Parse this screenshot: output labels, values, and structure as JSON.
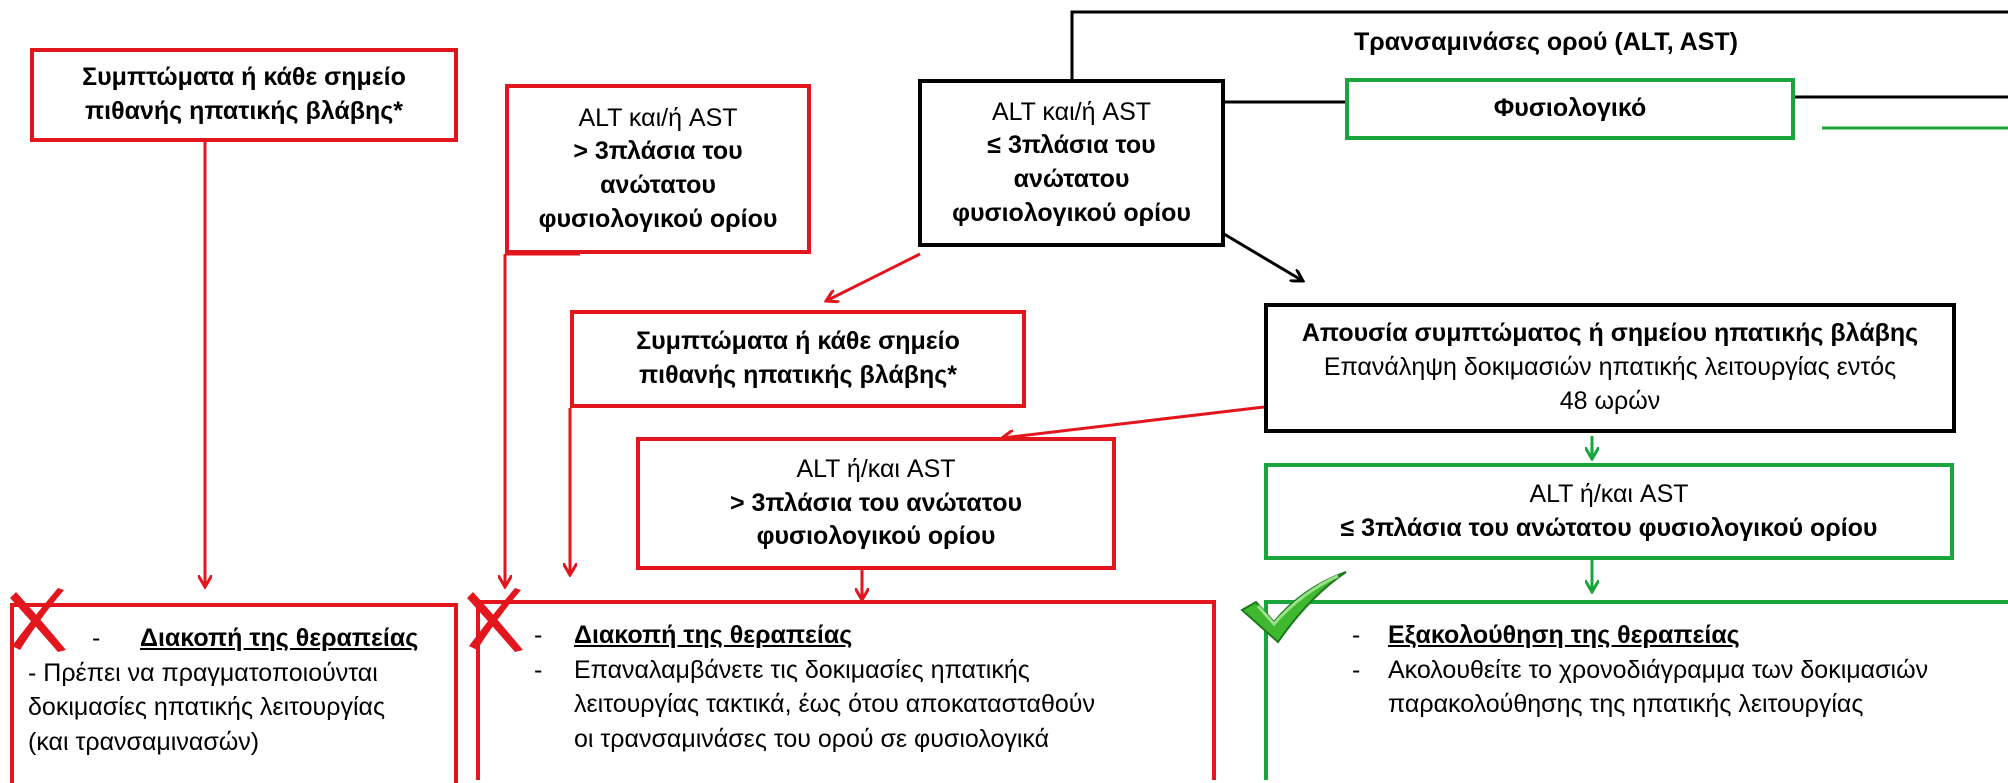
{
  "header": {
    "transaminases_label": "Τρανσαμινάσες ορού (ALT, AST)"
  },
  "boxes": {
    "symptoms_left": {
      "line1": "Συμπτώματα ή κάθε σημείο",
      "line2": "πιθανής ηπατικής βλάβης*"
    },
    "alt_gt3_top": {
      "line1": "ALT και/ή  AST",
      "line2": "> 3πλάσια του",
      "line3": "ανώτατου",
      "line4": "φυσιολογικού ορίου"
    },
    "alt_le3_top": {
      "line1": "ALT και/ή  AST",
      "line2": "≤ 3πλάσια του",
      "line3": "ανώτατου",
      "line4": "φυσιολογικού ορίου"
    },
    "normal": {
      "label": "Φυσιολογικό"
    },
    "symptoms_mid": {
      "line1": "Συμπτώματα ή κάθε σημείο",
      "line2": "πιθανής ηπατικής βλάβης*"
    },
    "absence": {
      "line1": "Απουσία συμπτώματος ή σημείου ηπατικής βλάβης",
      "line2": "Επανάληψη δοκιμασιών ηπατικής λειτουργίας εντός",
      "line3": "48 ωρών"
    },
    "alt_gt3_mid": {
      "line1": "ALT ή/και AST",
      "line2": "> 3πλάσια του ανώτατου",
      "line3": "φυσιολογικού ορίου"
    },
    "alt_le3_right": {
      "line1": "ALT ή/και AST",
      "line2": "≤ 3πλάσια του ανώτατου φυσιολογικού ορίου"
    }
  },
  "outcomes": {
    "stop_left": {
      "dash": "-",
      "title": "Διακοπή της θεραπείας",
      "lines": [
        "- Πρέπει να πραγματοποιούνται",
        "δοκιμασίες ηπατικής λειτουργίας",
        "(και τρανσαμινασών)"
      ]
    },
    "stop_mid": {
      "dash1": "-",
      "title": "Διακοπή της θεραπείας",
      "dash2": "-",
      "lines": [
        "Επαναλαμβάνετε τις δοκιμασίες ηπατικής",
        "λειτουργίας τακτικά, έως ότου αποκατασταθούν",
        "οι τρανσαμινάσες του ορού σε φυσιολογικά"
      ]
    },
    "continue": {
      "dash1": "-",
      "title": "Εξακολούθηση της θεραπείας",
      "dash2": "-",
      "lines": [
        "Ακολουθείτε το χρονοδιάγραμμα των δοκιμασιών",
        "παρακολούθησης της ηπατικής λειτουργίας"
      ]
    }
  },
  "icons": {
    "stop": "red-cross-icon",
    "continue": "green-check-icon"
  },
  "colors": {
    "red": "#e2161c",
    "green": "#1aa53c",
    "black": "#000000"
  }
}
